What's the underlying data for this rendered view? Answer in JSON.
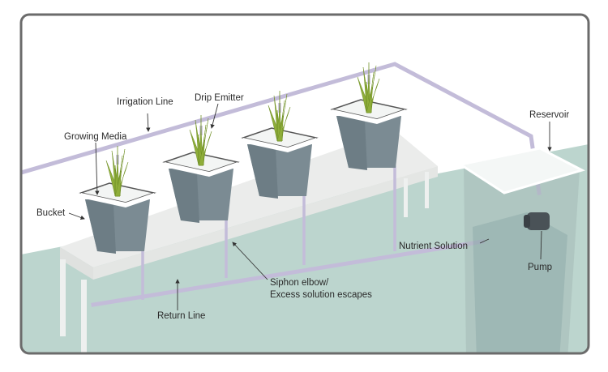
{
  "diagram": {
    "labels": {
      "irrigation_line": "Irrigation Line",
      "drip_emitter": "Drip Emitter",
      "growing_media": "Growing Media",
      "bucket": "Bucket",
      "reservoir": "Reservoir",
      "nutrient_solution": "Nutrient Solution",
      "pump": "Pump",
      "siphon_line1": "Siphon elbow/",
      "siphon_line2": "Excess solution escapes",
      "return_line": "Return Line"
    },
    "colors": {
      "floor": "#bcd5ce",
      "pipe": "#c3bcd9",
      "bucket": "#7b8b93",
      "plant": "#8fae3a",
      "frame": "#6b6b6b"
    }
  }
}
